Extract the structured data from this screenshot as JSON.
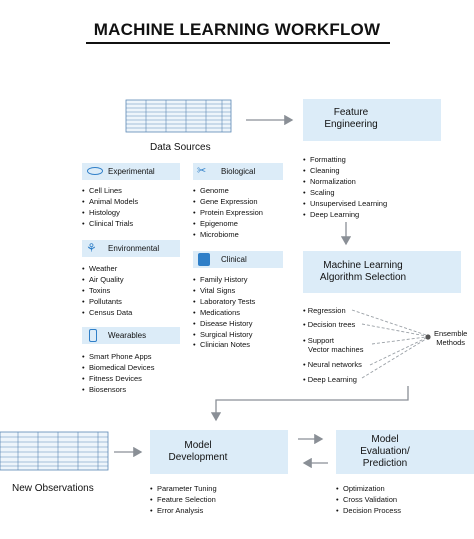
{
  "title": "MACHINE LEARNING WORKFLOW",
  "data_sources": {
    "label": "Data Sources",
    "experimental": {
      "label": "Experimental",
      "items": [
        "Cell Lines",
        "Animal Models",
        "Histology",
        "Clinical Trials"
      ]
    },
    "biological": {
      "label": "Biological",
      "items": [
        "Genome",
        "Gene Expression",
        "Protein Expression",
        "Epigenome",
        "Microbiome"
      ]
    },
    "environmental": {
      "label": "Environmental",
      "items": [
        "Weather",
        "Air Quality",
        "Toxins",
        "Pollutants",
        "Census Data"
      ]
    },
    "clinical": {
      "label": "Clinical",
      "items": [
        "Family History",
        "Vital Signs",
        "Laboratory Tests",
        "Medications",
        "Disease History",
        "Surgical History",
        "Clinician Notes"
      ]
    },
    "wearables": {
      "label": "Wearables",
      "items": [
        "Smart Phone Apps",
        "Biomedical Devices",
        "Fitness Devices",
        "Biosensors"
      ]
    }
  },
  "feature_engineering": {
    "label_line1": "Feature",
    "label_line2": "Engineering",
    "items": [
      "Formatting",
      "Cleaning",
      "Normalization",
      "Scaling",
      "Unsupervised Learning",
      "Deep Learning"
    ]
  },
  "algorithm_selection": {
    "label_line1": "Machine Learning",
    "label_line2": "Algorithm Selection",
    "items": [
      "Regression",
      "Decision trees",
      "Support",
      "Vector machines",
      "Neural networks",
      "Deep Learning"
    ],
    "ensemble_line1": "Ensemble",
    "ensemble_line2": "Methods"
  },
  "model_development": {
    "label_line1": "Model",
    "label_line2": "Development",
    "items": [
      "Parameter Tuning",
      "Feature Selection",
      "Error Analysis"
    ]
  },
  "model_evaluation": {
    "label_line1": "Model",
    "label_line2": "Evaluation/",
    "label_line3": "Prediction",
    "items": [
      "Optimization",
      "Cross Validation",
      "Decision Process"
    ]
  },
  "new_observations": {
    "label": "New Observations"
  },
  "colors": {
    "box": "#dcecf8",
    "icon": "#2f7fc8",
    "arrow": "#8a8f96",
    "dashed": "#9aa0a6"
  }
}
